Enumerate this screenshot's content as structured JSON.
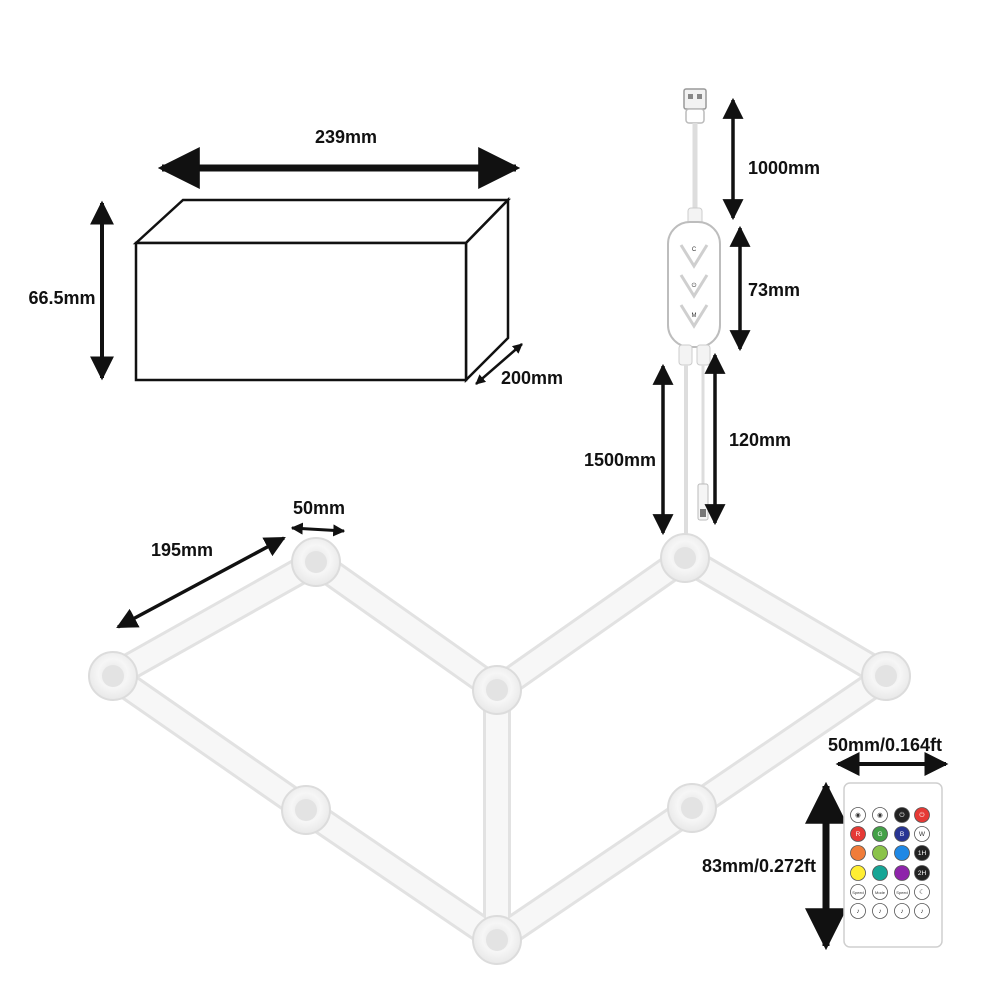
{
  "dimensions": {
    "box_length": "239mm",
    "box_height": "66.5mm",
    "box_depth": "200mm",
    "usb_cable": "1000mm",
    "controller": "73mm",
    "output_cable": "1500mm",
    "connector_cable": "120mm",
    "bar_length": "195mm",
    "node_diameter": "50mm",
    "remote_width": "50mm/0.164ft",
    "remote_height": "83mm/0.272ft"
  },
  "controller_buttons": [
    "C",
    "⏻",
    "M"
  ],
  "remote": {
    "rows": [
      [
        {
          "t": "◉",
          "c": "#ffffff"
        },
        {
          "t": "◉",
          "c": "#ffffff"
        },
        {
          "t": "⏻",
          "c": "#222222"
        },
        {
          "t": "⏻",
          "c": "#e53935"
        }
      ],
      [
        {
          "t": "R",
          "c": "#e53935"
        },
        {
          "t": "G",
          "c": "#43a047"
        },
        {
          "t": "B",
          "c": "#283593"
        },
        {
          "t": "W",
          "c": "#ffffff"
        }
      ],
      [
        {
          "t": "",
          "c": "#f07c3a"
        },
        {
          "t": "",
          "c": "#8bc34a"
        },
        {
          "t": "",
          "c": "#1e88e5"
        },
        {
          "t": "1H",
          "c": "#222222"
        }
      ],
      [
        {
          "t": "",
          "c": "#ffee33"
        },
        {
          "t": "",
          "c": "#16a596"
        },
        {
          "t": "",
          "c": "#8e24aa"
        },
        {
          "t": "2H",
          "c": "#222222"
        }
      ],
      [
        {
          "t": "Speed",
          "c": "#ffffff"
        },
        {
          "t": "Mode",
          "c": "#ffffff"
        },
        {
          "t": "Speed",
          "c": "#ffffff"
        },
        {
          "t": "☾",
          "c": "#ffffff"
        }
      ],
      [
        {
          "t": "♪",
          "c": "#ffffff"
        },
        {
          "t": "♪",
          "c": "#ffffff"
        },
        {
          "t": "♪",
          "c": "#ffffff"
        },
        {
          "t": "♪",
          "c": "#ffffff"
        }
      ]
    ]
  }
}
